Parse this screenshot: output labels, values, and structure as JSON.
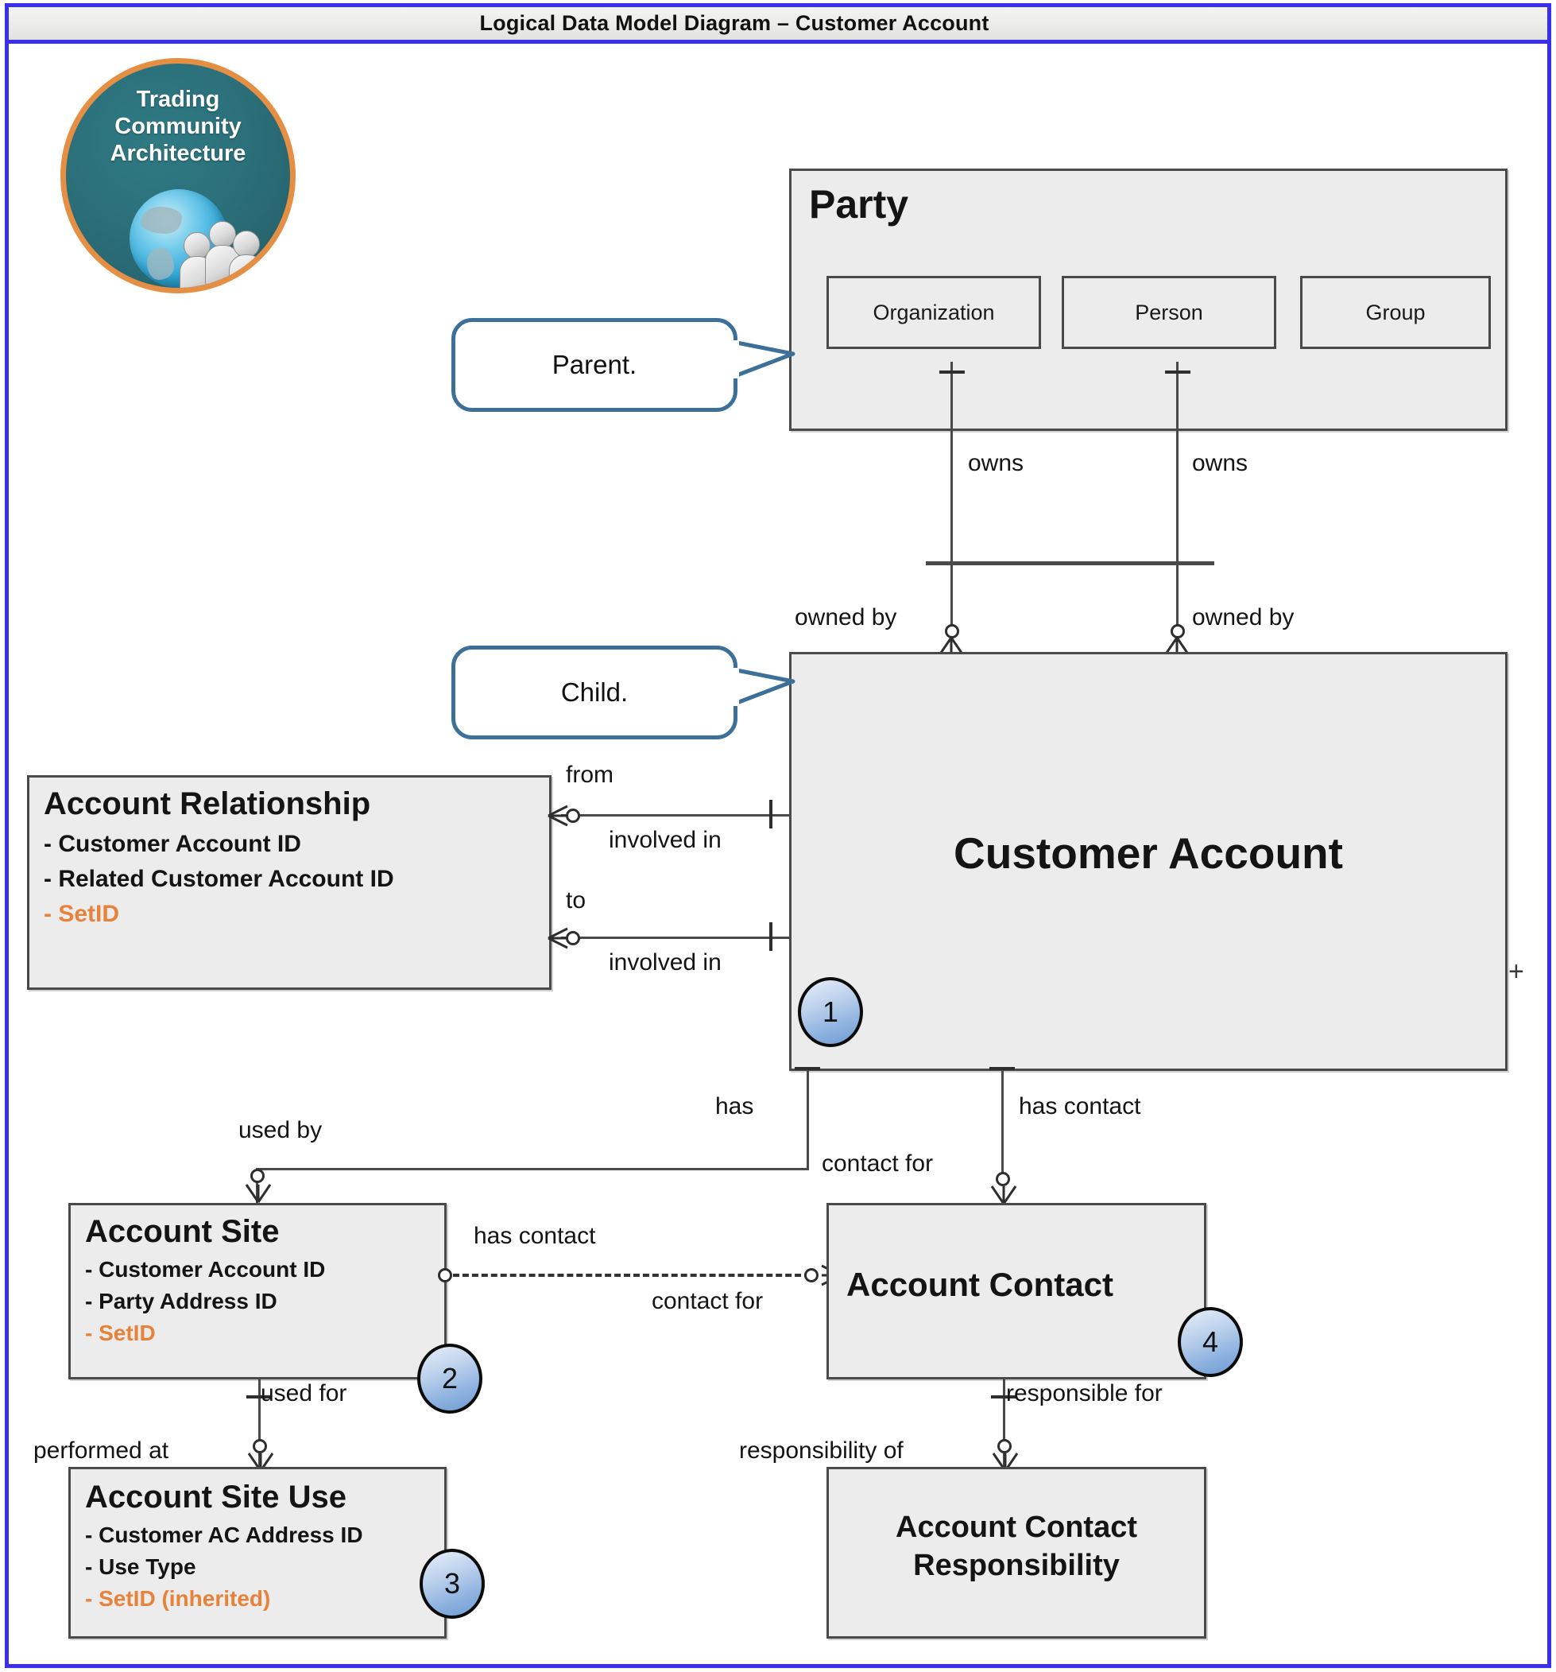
{
  "window": {
    "title": "Logical Data Model Diagram – Customer Account",
    "border_color": "#3a2ff0"
  },
  "logo": {
    "text": "Trading\nCommunity\nArchitecture",
    "circle_color": "#2b6f79",
    "ring_color": "#e58f45",
    "globe_icon": "globe-icon",
    "people_icon": "people-icon"
  },
  "callouts": [
    {
      "label": "Parent."
    },
    {
      "label": "Child."
    }
  ],
  "entities": {
    "party": {
      "title": "Party",
      "children": [
        {
          "label": "Organization"
        },
        {
          "label": "Person"
        },
        {
          "label": "Group"
        }
      ]
    },
    "customer_account": {
      "title": "Customer Account",
      "badge": "1",
      "expand_marker": "+"
    },
    "account_relationship": {
      "title": "Account Relationship",
      "attributes": [
        {
          "label": "- Customer Account ID",
          "highlight": false
        },
        {
          "label": "- Related Customer Account ID",
          "highlight": false
        },
        {
          "label": "- SetID",
          "highlight": true
        }
      ]
    },
    "account_site": {
      "title": "Account Site",
      "badge": "2",
      "attributes": [
        {
          "label": "- Customer Account ID",
          "highlight": false
        },
        {
          "label": "- Party Address ID",
          "highlight": false
        },
        {
          "label": "- SetID",
          "highlight": true
        }
      ]
    },
    "account_site_use": {
      "title": "Account Site Use",
      "badge": "3",
      "attributes": [
        {
          "label": "- Customer AC Address ID",
          "highlight": false
        },
        {
          "label": "- Use Type",
          "highlight": false
        },
        {
          "label": "- SetID (inherited)",
          "highlight": true
        }
      ]
    },
    "account_contact": {
      "title": "Account Contact",
      "badge": "4"
    },
    "account_contact_responsibility": {
      "title": "Account Contact\nResponsibility"
    }
  },
  "relationships": {
    "owns_left": "owns",
    "owns_right": "owns",
    "owned_by_left": "owned by",
    "owned_by_right": "owned by",
    "from": "from",
    "involved_in_1": "involved in",
    "to": "to",
    "involved_in_2": "involved in",
    "has": "has",
    "used_by": "used by",
    "has_contact_top": "has contact",
    "contact_for_top": "contact for",
    "has_contact_mid": "has contact",
    "contact_for_mid": "contact for",
    "used_for": "used for",
    "performed_at": "performed at",
    "responsible_for": "responsible for",
    "responsibility_of": "responsibility of"
  },
  "colors": {
    "entity_fill": "#ececec",
    "entity_border": "#4a4a4a",
    "setid_orange": "#e8823a",
    "callout_border": "#3d7099",
    "badge_blue": "#8fb3e0"
  }
}
